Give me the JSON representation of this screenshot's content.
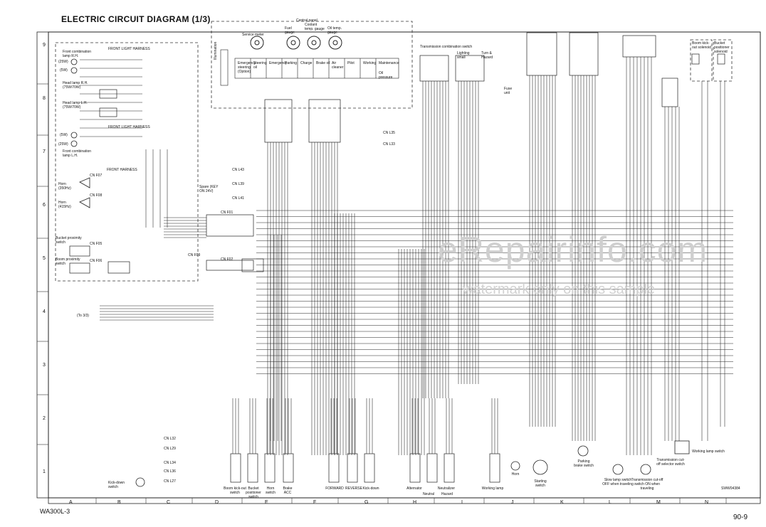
{
  "title": "ELECTRIC CIRCUIT DIAGRAM  (1/3)",
  "model": "WA300L-3",
  "page_number": "90-9",
  "sheet_code": "SWW04384",
  "watermark": {
    "main": "eRepairinfo.com",
    "sub": "watermark only on this sample"
  },
  "grid": {
    "columns": [
      "A",
      "B",
      "C",
      "D",
      "E",
      "F",
      "G",
      "H",
      "I",
      "J",
      "K",
      "L",
      "M",
      "N"
    ],
    "rows": [
      "9",
      "8",
      "7",
      "6",
      "5",
      "4",
      "3",
      "2",
      "1"
    ]
  },
  "panels": {
    "central_panel": "Central panel",
    "service_meter": "Service meter",
    "fuel_gauge": "Fuel gauge",
    "coolant_temp_gauge": "Coolant temp. gauge",
    "oil_temp_gauge": "Oil temp. gauge",
    "illumination": "Illumination",
    "front_light_harness_top": "FRONT LIGHT HARNESS",
    "front_light_harness_mid": "FRONT LIGHT HARNESS",
    "front_harness": "FRONT HARNESS",
    "transmission_combination_switch": "Transmission combination switch",
    "lighting_small": "Lighting small",
    "turn_hazard": "Turn & Hazard",
    "fuse_unit": "Fuse unit",
    "boom_kickout_solenoid": "Boom kick-out solenoid",
    "bucket_positioner_solenoid": "Bucket positioner solenoid"
  },
  "left_components": [
    "Front combination lamp R.H.",
    "(25W)",
    "(5W)",
    "Head lamp R.H. (75W/70W)",
    "Head lamp L.H. (75W/70W)",
    "(5W)",
    "(25W)",
    "Front combination lamp L.H.",
    "Horn (350Hz)",
    "Horn (415Hz)",
    "Bucket proximity switch",
    "Boom proximity switch",
    "(To 3/3)",
    "Spare (KEY ON 24V)",
    "Kick-down switch"
  ],
  "connectors": [
    "CN F07",
    "CN F08",
    "CN F05",
    "CN F06",
    "CN F09",
    "CN F01",
    "CN F02",
    "CN L43",
    "CN L39",
    "CN L41",
    "CN L35",
    "CN L33",
    "CN L32",
    "CN L29",
    "CN L34",
    "CN L36",
    "CN L27"
  ],
  "bottom_switches": [
    "Boom kick-out switch",
    "Bucket positioner switch",
    "Horn switch",
    "Brake ACC",
    "FORWARD",
    "REVERSE",
    "Kick-down",
    "Alternator",
    "Neutral",
    "Neutralizer",
    "Hazard",
    "Working lamp",
    "Horn",
    "Starting switch",
    "Parking brake switch",
    "Slow lamp switch OFF when traveling",
    "Transmission cut-off switch ON when traveling",
    "Transmission cut-off selector switch",
    "Working lamp switch"
  ],
  "central_panel_indicators": [
    "Emergency steering (Option)",
    "Steering oil",
    "Emergency",
    "Parking",
    "Charge",
    "Brake oil",
    "Air cleaner",
    "Pilot",
    "Working",
    "Maintenance",
    "Oil pressure"
  ]
}
